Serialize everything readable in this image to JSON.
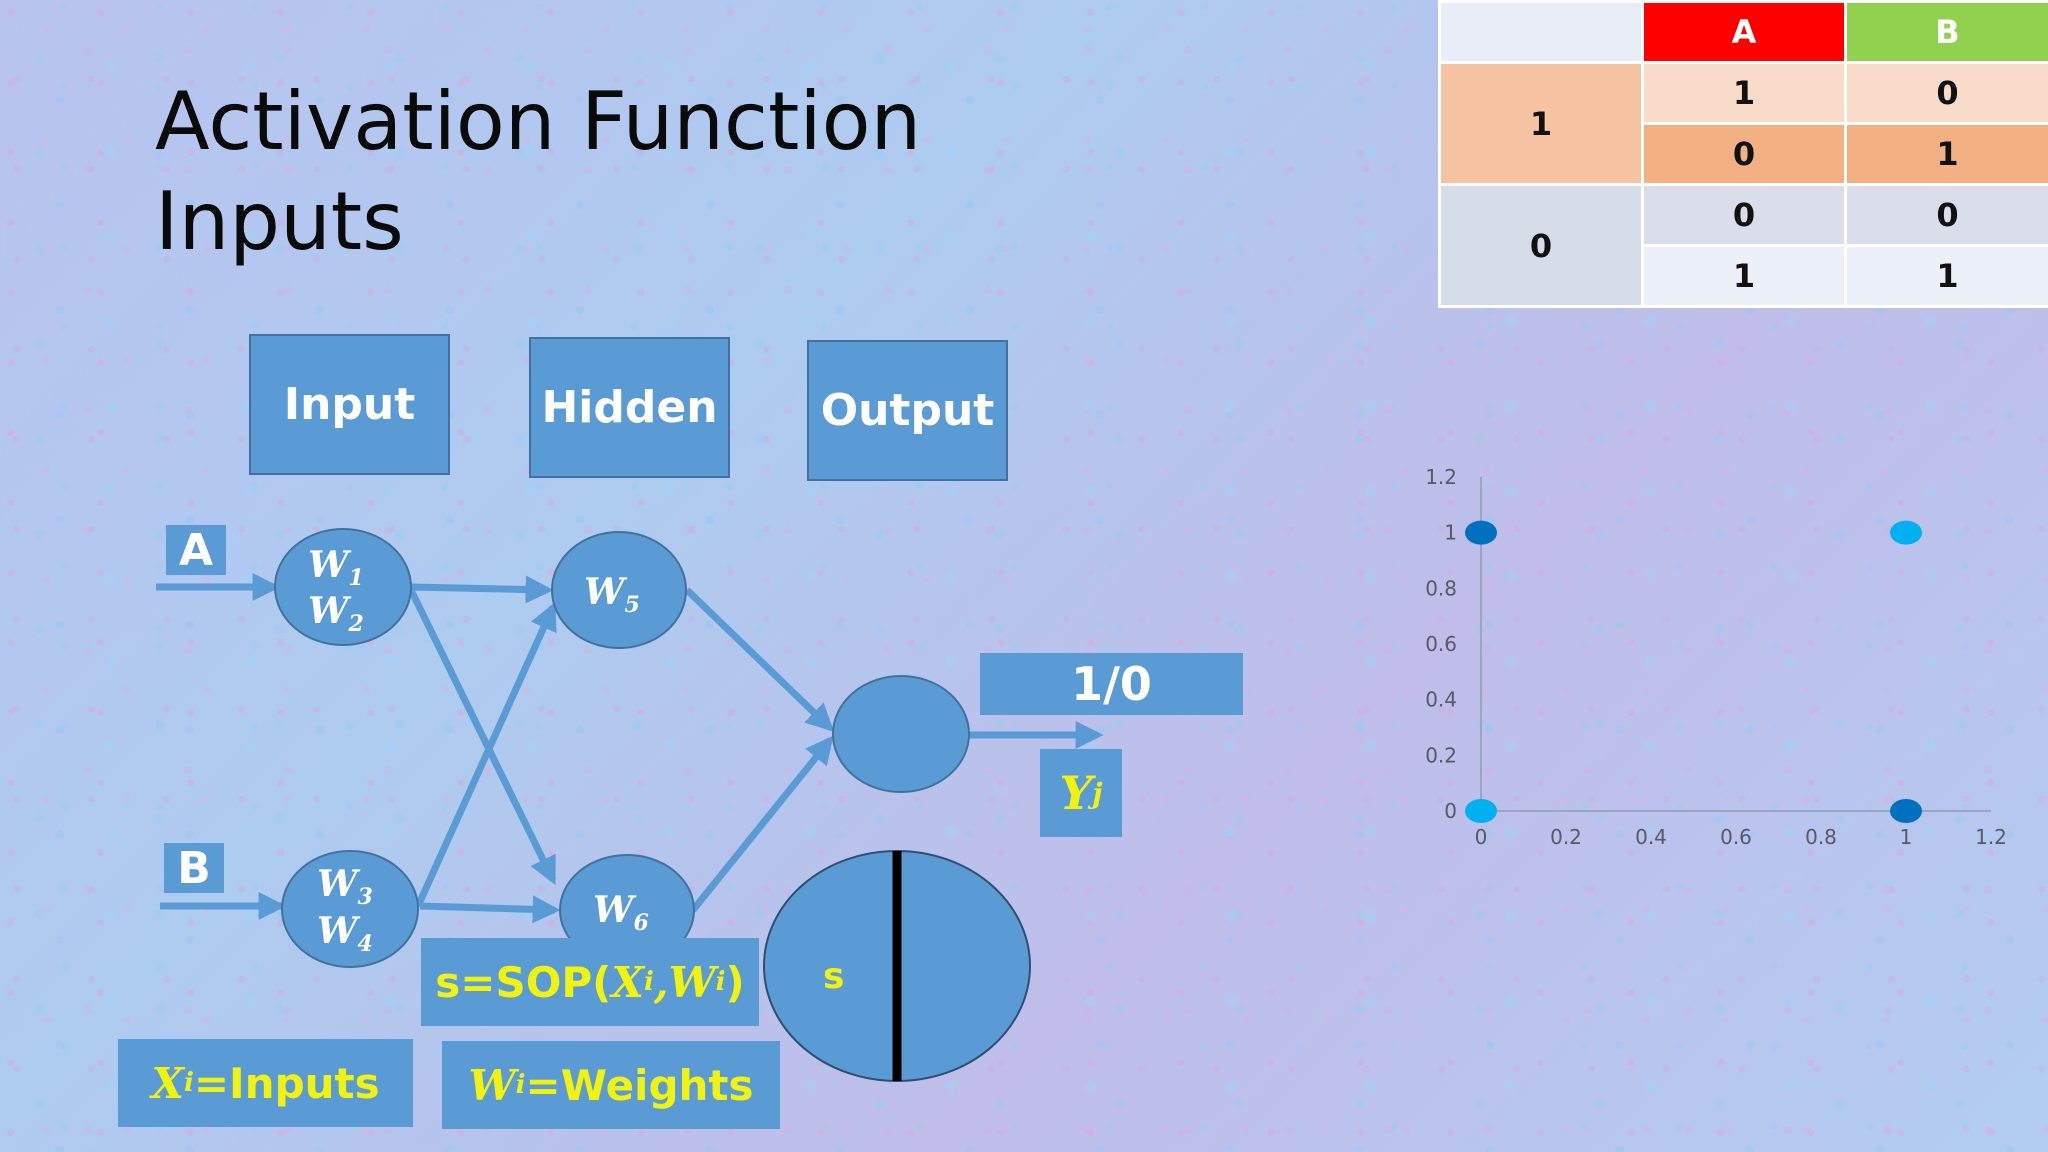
{
  "title": {
    "line1": "Activation Function",
    "line2": "Inputs"
  },
  "truth_table": {
    "headers": [
      "A",
      "B"
    ],
    "header_colors": {
      "A": "#ff0000",
      "B": "#92d050"
    },
    "groups": [
      {
        "output": "1",
        "rows": [
          [
            "1",
            "0"
          ],
          [
            "0",
            "1"
          ]
        ]
      },
      {
        "output": "0",
        "rows": [
          [
            "0",
            "0"
          ],
          [
            "1",
            "1"
          ]
        ]
      }
    ]
  },
  "layer_labels": {
    "input": "Input",
    "hidden": "Hidden",
    "output": "Output"
  },
  "input_labels": {
    "a": "A",
    "b": "B"
  },
  "nodes": {
    "n1": {
      "w_top": "W",
      "w_top_sub": "1",
      "w_bottom": "W",
      "w_bottom_sub": "2"
    },
    "n2": {
      "w_top": "W",
      "w_top_sub": "3",
      "w_bottom": "W",
      "w_bottom_sub": "4"
    },
    "n5": {
      "w": "W",
      "w_sub": "5"
    },
    "n6": {
      "w": "W",
      "w_sub": "6"
    }
  },
  "output_value": "1/0",
  "output_symbol": {
    "base": "Y",
    "sub": "j"
  },
  "neuron": {
    "sum_label": "s"
  },
  "formulas": {
    "sop": {
      "prefix": "s=SOP(",
      "x": "X",
      "x_sub": "i",
      "sep": ", ",
      "w": "W",
      "w_sub": "i",
      "suffix": ")"
    },
    "inputs": {
      "x": "X",
      "x_sub": "i",
      "rest": "=Inputs"
    },
    "weights": {
      "w": "W",
      "w_sub": "i",
      "rest": "=Weights"
    }
  },
  "colors": {
    "node_fill": "#5b9bd5",
    "arrow": "#5b9bd5",
    "formula_text": "#f2f20f",
    "point_dark": "#0070c0",
    "point_light": "#00b0f0"
  },
  "chart_data": {
    "type": "scatter",
    "x_ticks": [
      "0",
      "0.2",
      "0.4",
      "0.6",
      "0.8",
      "1",
      "1.2"
    ],
    "y_ticks": [
      "0",
      "0.2",
      "0.4",
      "0.6",
      "0.8",
      "1",
      "1.2"
    ],
    "xlim": [
      0,
      1.2
    ],
    "ylim": [
      0,
      1.2
    ],
    "grid": false,
    "points": [
      {
        "x": 0,
        "y": 1,
        "color": "#0070c0"
      },
      {
        "x": 1,
        "y": 1,
        "color": "#00b0f0"
      },
      {
        "x": 0,
        "y": 0,
        "color": "#00b0f0"
      },
      {
        "x": 1,
        "y": 0,
        "color": "#0070c0"
      }
    ]
  }
}
